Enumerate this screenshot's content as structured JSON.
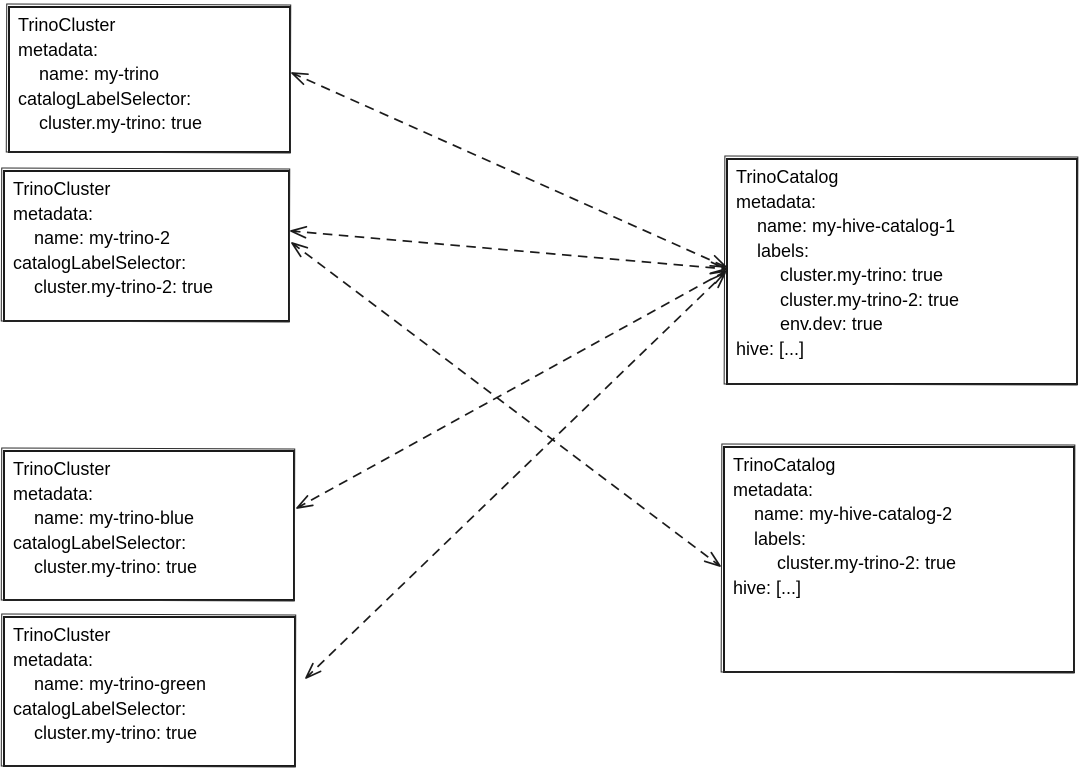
{
  "colors": {
    "background": "#ffffff",
    "stroke": "#1a1a1a",
    "text": "#000000"
  },
  "boxes": {
    "trino": {
      "kind": "TrinoCluster",
      "metadata_label": "metadata:",
      "name": "name: my-trino",
      "selector_label": "catalogLabelSelector:",
      "selector": "cluster.my-trino: true"
    },
    "trino2": {
      "kind": "TrinoCluster",
      "metadata_label": "metadata:",
      "name": "name: my-trino-2",
      "selector_label": "catalogLabelSelector:",
      "selector": "cluster.my-trino-2: true"
    },
    "blue": {
      "kind": "TrinoCluster",
      "metadata_label": "metadata:",
      "name": "name: my-trino-blue",
      "selector_label": "catalogLabelSelector:",
      "selector": "cluster.my-trino: true"
    },
    "green": {
      "kind": "TrinoCluster",
      "metadata_label": "metadata:",
      "name": "name: my-trino-green",
      "selector_label": "catalogLabelSelector:",
      "selector": "cluster.my-trino: true"
    },
    "cat1": {
      "kind": "TrinoCatalog",
      "metadata_label": "metadata:",
      "name": "name: my-hive-catalog-1",
      "labels_label": "labels:",
      "label1": "cluster.my-trino: true",
      "label2": "cluster.my-trino-2: true",
      "label3": "env.dev: true",
      "hive": "hive: [...]"
    },
    "cat2": {
      "kind": "TrinoCatalog",
      "metadata_label": "metadata:",
      "name": "name: my-hive-catalog-2",
      "labels_label": "labels:",
      "label1": "cluster.my-trino-2: true",
      "hive": "hive: [...]"
    }
  },
  "edges": [
    {
      "from": "my-trino",
      "to": "my-hive-catalog-1",
      "style": "dashed",
      "arrows": "both"
    },
    {
      "from": "my-trino-2",
      "to": "my-hive-catalog-1",
      "style": "dashed",
      "arrows": "both"
    },
    {
      "from": "my-trino-blue",
      "to": "my-hive-catalog-1",
      "style": "dashed",
      "arrows": "both"
    },
    {
      "from": "my-trino-green",
      "to": "my-hive-catalog-1",
      "style": "dashed",
      "arrows": "both"
    },
    {
      "from": "my-trino-2",
      "to": "my-hive-catalog-2",
      "style": "dashed",
      "arrows": "both"
    }
  ]
}
